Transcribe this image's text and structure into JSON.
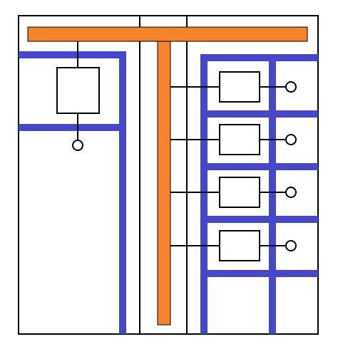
{
  "colors": {
    "background": "#ffffff",
    "outline": "#000000",
    "busbar": "#f5832c",
    "duct": "#4747c9"
  },
  "panels": {
    "left": {
      "devices": 1,
      "terminals": 1
    },
    "center": {
      "busbars": 2
    },
    "right": {
      "devices": 4,
      "terminals": 4
    }
  }
}
